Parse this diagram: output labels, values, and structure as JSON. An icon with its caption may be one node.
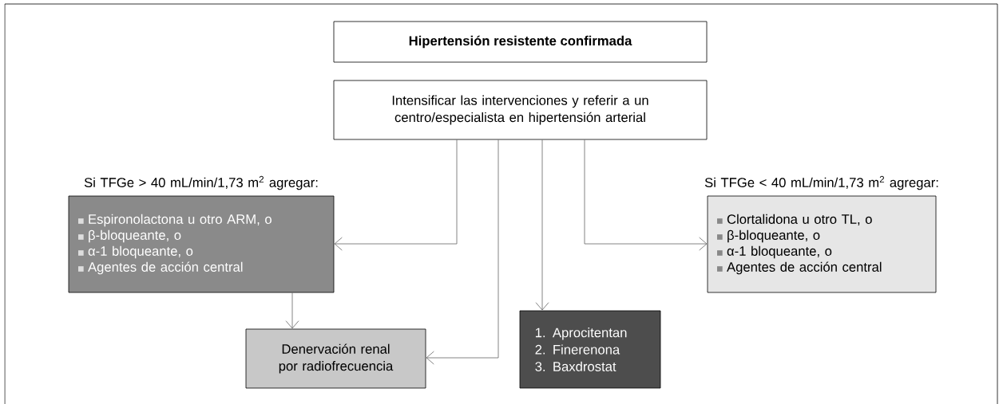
{
  "diagram": {
    "nodes": [
      {
        "text": [
          "Hipertensión resistente confirmada"
        ]
      },
      {
        "text": [
          "Intensificar las intervenciones y referir a un centro/especialista en hipertensión arterial"
        ]
      },
      {
        "text": [
          "Si TFGe > 40 mL/min/1,73 m$^{2}$ agregar:",
          "Espironolactona u otro ARM, o",
          "β-bloqueante, o",
          "α-1 bloqueante, o",
          "Agentes de acción central"
        ]
      },
      {
        "text": [
          "Si TFGe < 40 mL/min/1,73 m$^{2}$ agregar:",
          "Clortalidona u otro TL, o",
          "β-bloqueante, o",
          "α-1 bloqueante, o",
          "Agentes de acción central"
        ]
      },
      {
        "text": [
          "Denervación renal por radiofrecuencia"
        ]
      },
      {
        "text": [
          "1. Aprocitentan",
          "2. Finerenona",
          "3. Baxdrostat"
        ]
      }
    ],
    "edges": [
      {
        "from": 1,
        "to": 2,
        "arrow": "to"
      },
      {
        "from": 1,
        "to": 4,
        "arrow": "to"
      },
      {
        "from": 1,
        "to": 5,
        "arrow": "to"
      },
      {
        "from": 1,
        "to": 3,
        "arrow": "to"
      },
      {
        "from": 2,
        "to": 4,
        "arrow": "to"
      }
    ]
  }
}
